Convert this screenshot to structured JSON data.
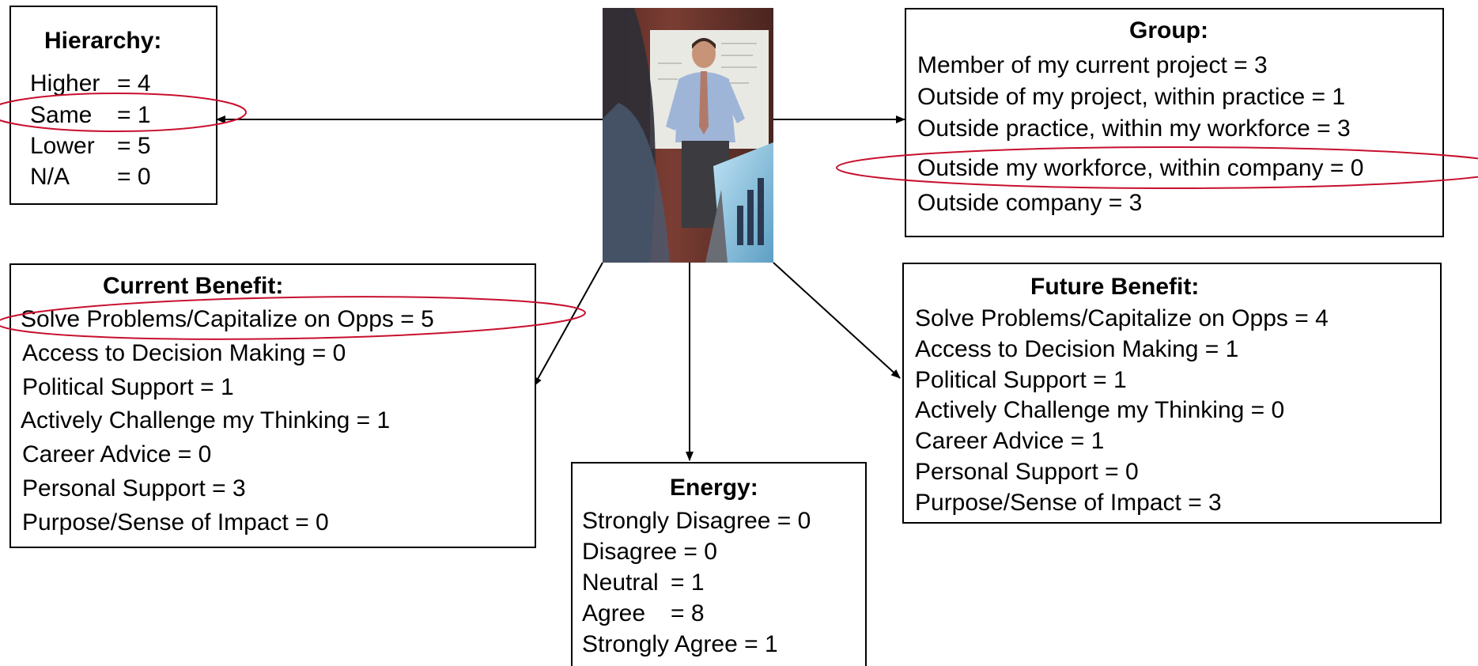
{
  "hierarchy": {
    "title": "Hierarchy:",
    "rows": [
      {
        "label": "Higher",
        "value": "= 4"
      },
      {
        "label": "Same",
        "value": "= 1"
      },
      {
        "label": "Lower",
        "value": "= 5"
      },
      {
        "label": "N/A",
        "value": "= 0"
      }
    ]
  },
  "group": {
    "title": "Group:",
    "rows": [
      "Member of my current project = 3",
      "Outside of my project, within practice = 1",
      "Outside practice, within my workforce = 3",
      "Outside my workforce, within company = 0",
      "Outside company = 3"
    ]
  },
  "current_benefit": {
    "title": "Current Benefit:",
    "rows": [
      "Solve Problems/Capitalize on Opps = 5",
      "Access to Decision Making = 0",
      "Political Support = 1",
      "Actively Challenge my Thinking = 1",
      "Career Advice = 0",
      "Personal Support = 3",
      "Purpose/Sense of Impact = 0"
    ]
  },
  "future_benefit": {
    "title": "Future Benefit:",
    "rows": [
      "Solve Problems/Capitalize on Opps = 4",
      "Access to Decision Making = 1",
      "Political Support = 1",
      "Actively Challenge my Thinking = 0",
      "Career Advice = 1",
      "Personal Support = 0",
      "Purpose/Sense of Impact = 3"
    ]
  },
  "energy": {
    "title": "Energy:",
    "rows": [
      {
        "label": "Strongly Disagree",
        "value": "= 0"
      },
      {
        "label": "Disagree",
        "value": "= 0"
      },
      {
        "label": "Neutral",
        "value": "= 1"
      },
      {
        "label": "Agree",
        "value": "= 8"
      },
      {
        "label": "Strongly Agree",
        "value": "= 1"
      }
    ]
  },
  "colors": {
    "highlight": "#c8102e",
    "border": "#000000"
  },
  "icons": {
    "photo": "presenter-photo"
  }
}
